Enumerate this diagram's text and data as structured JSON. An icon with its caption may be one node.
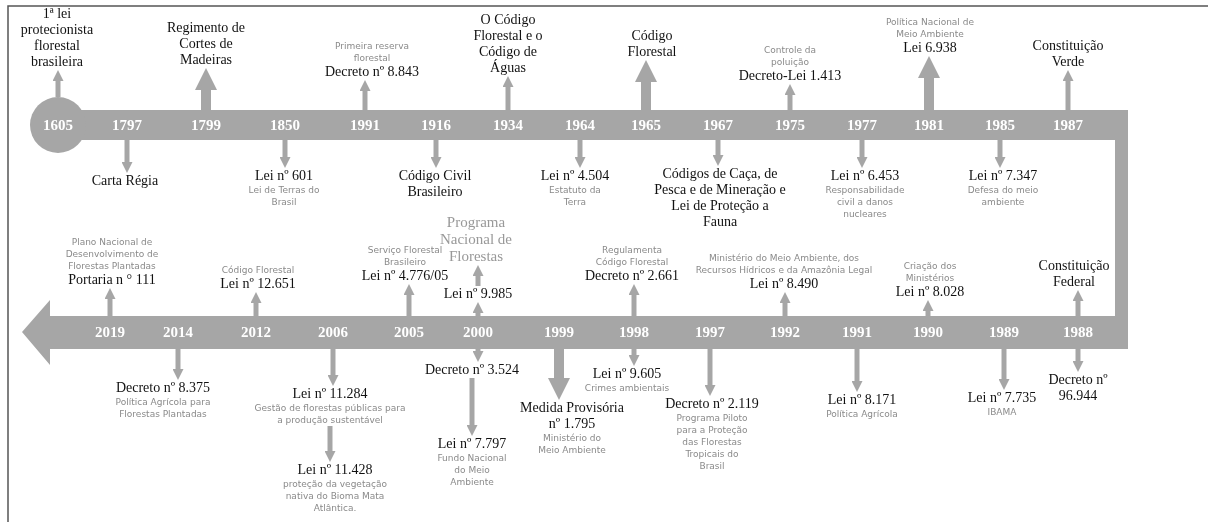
{
  "diagram": {
    "nodes": [
      {
        "text": [
          "1605"
        ]
      },
      {
        "text": [
          "1ª lei protecionista florestal brasileira"
        ]
      },
      {
        "text": [
          "1797"
        ]
      },
      {
        "text": [
          "Carta Régia"
        ]
      },
      {
        "text": [
          "1799"
        ]
      },
      {
        "text": [
          "Regimento de Cortes de Madeiras"
        ]
      },
      {
        "text": [
          "1850"
        ]
      },
      {
        "text": [
          "Lei nº 601",
          "Lei de Terras do Brasil"
        ]
      },
      {
        "text": [
          "1991"
        ]
      },
      {
        "text": [
          "Primeira reserva florestal",
          "Decreto nº 8.843"
        ]
      },
      {
        "text": [
          "1916"
        ]
      },
      {
        "text": [
          "Código Civil Brasileiro"
        ]
      },
      {
        "text": [
          "1934"
        ]
      },
      {
        "text": [
          "O Código Florestal e o Código de Águas"
        ]
      },
      {
        "text": [
          "1964"
        ]
      },
      {
        "text": [
          "Lei nº 4.504",
          "Estatuto da Terra"
        ]
      },
      {
        "text": [
          "1965"
        ]
      },
      {
        "text": [
          "Código Florestal"
        ]
      },
      {
        "text": [
          "1967"
        ]
      },
      {
        "text": [
          "Códigos de Caça, de Pesca e de Mineração e Lei de Proteção a Fauna"
        ]
      },
      {
        "text": [
          "1975"
        ]
      },
      {
        "text": [
          "Controle da poluição",
          "Decreto-Lei 1.413"
        ]
      },
      {
        "text": [
          "1977"
        ]
      },
      {
        "text": [
          "Lei nº 6.453",
          "Responsabilidade civil a danos nucleares"
        ]
      },
      {
        "text": [
          "1981"
        ]
      },
      {
        "text": [
          "Política Nacional de Meio Ambiente",
          "Lei 6.938"
        ]
      },
      {
        "text": [
          "1985"
        ]
      },
      {
        "text": [
          "Lei nº 7.347",
          "Defesa do meio ambiente"
        ]
      },
      {
        "text": [
          "1987"
        ]
      },
      {
        "text": [
          "Constituição Verde"
        ]
      },
      {
        "text": [
          "2019"
        ]
      },
      {
        "text": [
          "Plano Nacional de Desenvolvimento de Florestas Plantadas",
          "Portaria n ° 111"
        ]
      },
      {
        "text": [
          "2014"
        ]
      },
      {
        "text": [
          "Decreto nº 8.375",
          "Política Agrícola para Florestas Plantadas"
        ]
      },
      {
        "text": [
          "2012"
        ]
      },
      {
        "text": [
          "Código Florestal",
          "Lei nº 12.651"
        ]
      },
      {
        "text": [
          "2006"
        ]
      },
      {
        "text": [
          "Lei nº 11.284",
          "Gestão de florestas públicas para a produção sustentável"
        ]
      },
      {
        "text": [
          "Lei nº 11.428",
          "proteção da vegetação nativa do Bioma Mata Atlântica."
        ]
      },
      {
        "text": [
          "2005"
        ]
      },
      {
        "text": [
          "Serviço Florestal Brasileiro",
          "Lei nº 4.776/05"
        ]
      },
      {
        "text": [
          "2000"
        ]
      },
      {
        "text": [
          "Programa Nacional de Florestas"
        ]
      },
      {
        "text": [
          "Lei nº 9.985"
        ]
      },
      {
        "text": [
          "Decreto nº 3.524"
        ]
      },
      {
        "text": [
          "Lei nº 7.797",
          "Fundo Nacional do Meio Ambiente"
        ]
      },
      {
        "text": [
          "1999"
        ]
      },
      {
        "text": [
          "Medida Provisória nº 1.795",
          "Ministério do Meio Ambiente"
        ]
      },
      {
        "text": [
          "1998"
        ]
      },
      {
        "text": [
          "Regulamenta Código Florestal",
          "Decreto nº 2.661"
        ]
      },
      {
        "text": [
          "Lei nº 9.605",
          "Crimes ambientais"
        ]
      },
      {
        "text": [
          "1997"
        ]
      },
      {
        "text": [
          "Decreto nº 2.119",
          "Programa Piloto para a Proteção das Florestas Tropicais do Brasil"
        ]
      },
      {
        "text": [
          "1992"
        ]
      },
      {
        "text": [
          "Ministério do Meio Ambiente, dos Recursos Hídricos e da Amazônia Legal",
          "Lei nº 8.490"
        ]
      },
      {
        "text": [
          "1991"
        ]
      },
      {
        "text": [
          "Lei nº 8.171",
          "Política Agrícola"
        ]
      },
      {
        "text": [
          "1990"
        ]
      },
      {
        "text": [
          "Criação dos Ministérios",
          "Lei nº 8.028"
        ]
      },
      {
        "text": [
          "1989"
        ]
      },
      {
        "text": [
          "Lei nº 7.735",
          "IBAMA"
        ]
      },
      {
        "text": [
          "1988"
        ]
      },
      {
        "text": [
          "Constituição Federal"
        ]
      },
      {
        "text": [
          "Decreto nº 96.944"
        ]
      }
    ],
    "edges": [
      {
        "from": 0,
        "to": 1,
        "arrow": "to"
      },
      {
        "from": 2,
        "to": 3,
        "arrow": "to"
      },
      {
        "from": 4,
        "to": 5,
        "arrow": "to",
        "style": "thick"
      },
      {
        "from": 6,
        "to": 7,
        "arrow": "to"
      },
      {
        "from": 8,
        "to": 9,
        "arrow": "to"
      },
      {
        "from": 10,
        "to": 11,
        "arrow": "to"
      },
      {
        "from": 12,
        "to": 13,
        "arrow": "to"
      },
      {
        "from": 14,
        "to": 15,
        "arrow": "to"
      },
      {
        "from": 16,
        "to": 17,
        "arrow": "to",
        "style": "thick"
      },
      {
        "from": 18,
        "to": 19,
        "arrow": "to"
      },
      {
        "from": 20,
        "to": 21,
        "arrow": "to"
      },
      {
        "from": 22,
        "to": 23,
        "arrow": "to"
      },
      {
        "from": 24,
        "to": 25,
        "arrow": "to",
        "style": "thick"
      },
      {
        "from": 26,
        "to": 27,
        "arrow": "to"
      },
      {
        "from": 28,
        "to": 29,
        "arrow": "to"
      },
      {
        "from": 30,
        "to": 31,
        "arrow": "to"
      },
      {
        "from": 32,
        "to": 33,
        "arrow": "to"
      },
      {
        "from": 34,
        "to": 35,
        "arrow": "to"
      },
      {
        "from": 36,
        "to": 37,
        "arrow": "to"
      },
      {
        "from": 37,
        "to": 38,
        "arrow": "to"
      },
      {
        "from": 39,
        "to": 40,
        "arrow": "to"
      },
      {
        "from": 41,
        "to": 43,
        "arrow": "to"
      },
      {
        "from": 43,
        "to": 42,
        "arrow": "to"
      },
      {
        "from": 41,
        "to": 44,
        "arrow": "to"
      },
      {
        "from": 44,
        "to": 45,
        "arrow": "to"
      },
      {
        "from": 46,
        "to": 47,
        "arrow": "to",
        "style": "thick"
      },
      {
        "from": 48,
        "to": 49,
        "arrow": "to"
      },
      {
        "from": 48,
        "to": 50,
        "arrow": "to"
      },
      {
        "from": 51,
        "to": 52,
        "arrow": "to"
      },
      {
        "from": 53,
        "to": 54,
        "arrow": "to"
      },
      {
        "from": 55,
        "to": 56,
        "arrow": "to"
      },
      {
        "from": 57,
        "to": 58,
        "arrow": "to"
      },
      {
        "from": 59,
        "to": 60,
        "arrow": "to"
      },
      {
        "from": 61,
        "to": 62,
        "arrow": "to"
      },
      {
        "from": 61,
        "to": 63,
        "arrow": "to"
      }
    ]
  }
}
